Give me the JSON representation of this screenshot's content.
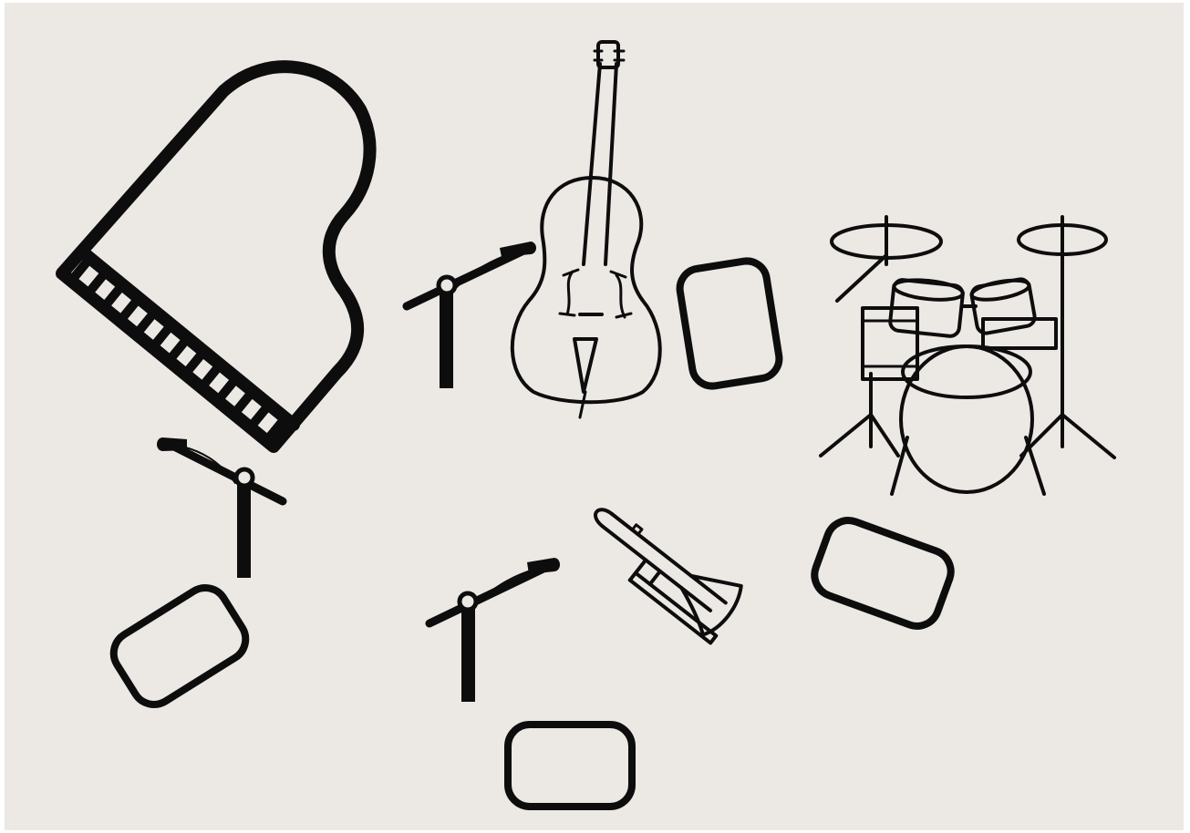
{
  "diagram": {
    "kind": "stage-plot",
    "background_color": "#ece8e3",
    "ink_color": "#0d0d0d",
    "items": [
      {
        "id": "grand-piano",
        "icon": "grand-piano-icon"
      },
      {
        "id": "double-bass",
        "icon": "double-bass-icon"
      },
      {
        "id": "drum-kit",
        "icon": "drum-kit-icon"
      },
      {
        "id": "trombone",
        "icon": "trombone-icon"
      },
      {
        "id": "mic-stand-1",
        "icon": "microphone-stand-icon"
      },
      {
        "id": "mic-stand-2",
        "icon": "microphone-stand-icon"
      },
      {
        "id": "mic-stand-3",
        "icon": "microphone-stand-icon"
      },
      {
        "id": "monitor-1",
        "icon": "monitor-wedge-icon"
      },
      {
        "id": "monitor-2",
        "icon": "monitor-wedge-icon"
      },
      {
        "id": "monitor-3",
        "icon": "monitor-wedge-icon"
      },
      {
        "id": "monitor-4",
        "icon": "monitor-wedge-icon"
      }
    ]
  }
}
